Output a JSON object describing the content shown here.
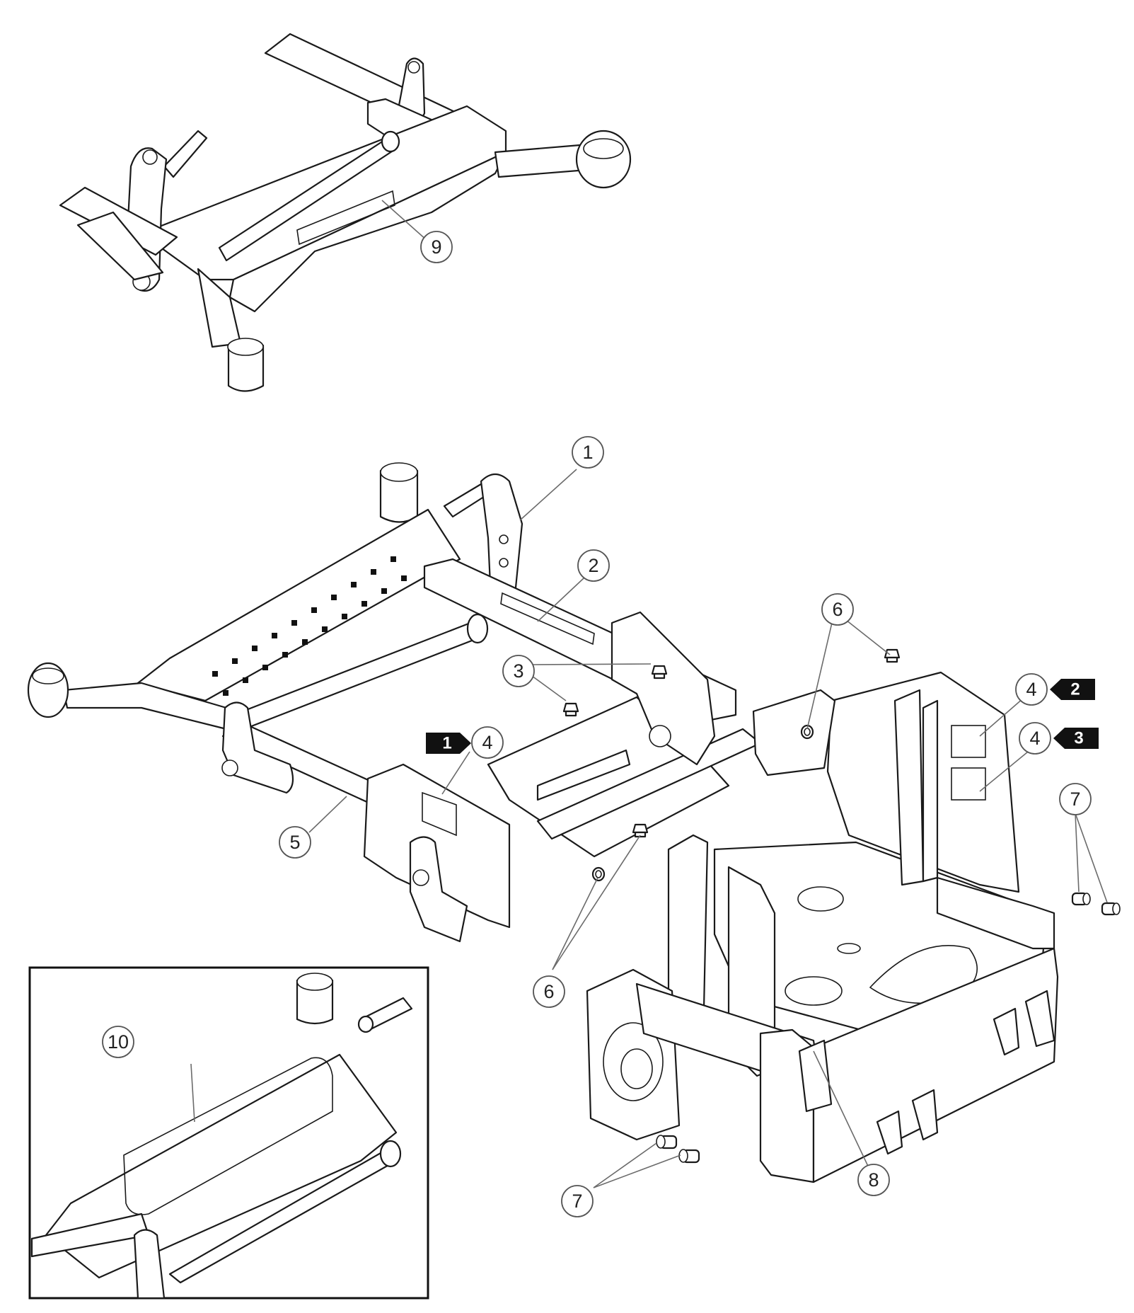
{
  "callouts": [
    {
      "id": "9",
      "label": "9"
    },
    {
      "id": "1",
      "label": "1"
    },
    {
      "id": "2",
      "label": "2"
    },
    {
      "id": "6a",
      "label": "6"
    },
    {
      "id": "3",
      "label": "3"
    },
    {
      "id": "4a",
      "label": "4"
    },
    {
      "id": "4b",
      "label": "4"
    },
    {
      "id": "4c",
      "label": "4"
    },
    {
      "id": "7a",
      "label": "7"
    },
    {
      "id": "5",
      "label": "5"
    },
    {
      "id": "6b",
      "label": "6"
    },
    {
      "id": "10",
      "label": "10"
    },
    {
      "id": "8",
      "label": "8"
    },
    {
      "id": "7b",
      "label": "7"
    }
  ],
  "tags": [
    {
      "id": "t1",
      "label": "1"
    },
    {
      "id": "t2",
      "label": "2"
    },
    {
      "id": "t3",
      "label": "3"
    }
  ],
  "colors": {
    "line": "#1a1a1a",
    "leader": "#6b6b6b",
    "tag": "#111111"
  }
}
